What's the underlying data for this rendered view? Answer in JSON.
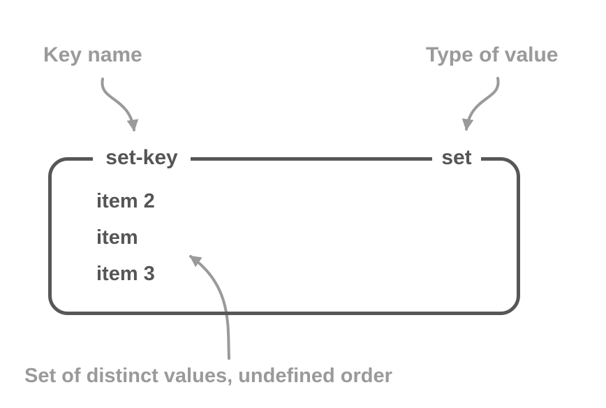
{
  "diagram": {
    "title_semantics": "set key-value structure diagram",
    "annotations": {
      "key_name_label": "Key name",
      "type_of_value_label": "Type of value",
      "bottom_caption": "Set of distinct values, undefined order"
    },
    "box": {
      "key_name": "set-key",
      "value_type": "set",
      "items": [
        "item 2",
        "item",
        "item 3"
      ]
    },
    "colors": {
      "box_border": "#575757",
      "dark_text": "#555555",
      "annotation_gray": "#9a9a9a",
      "background": "#ffffff"
    }
  }
}
